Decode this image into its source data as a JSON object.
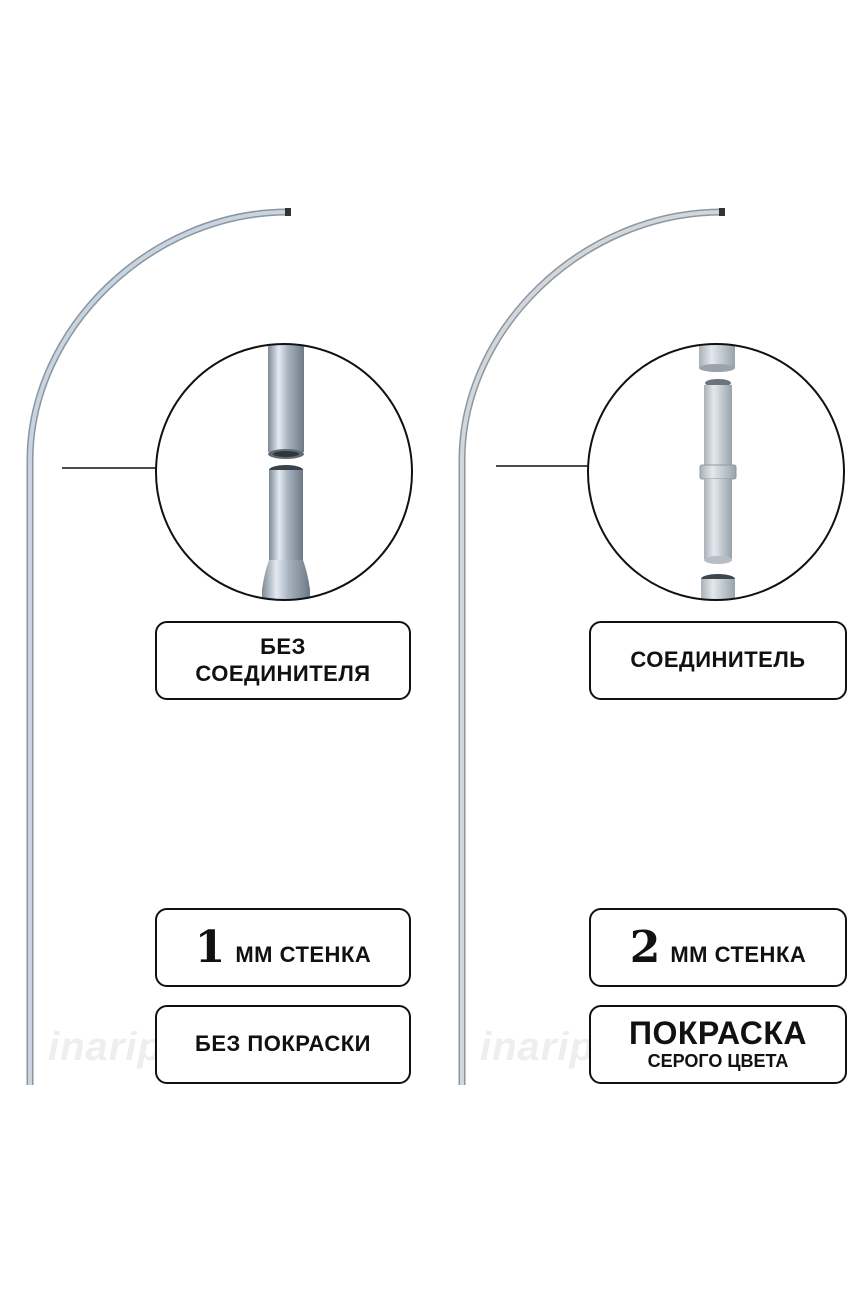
{
  "colors": {
    "pole_unpainted": "#b8c6d2",
    "pole_painted": "#c4ccd4",
    "outline": "#111111",
    "watermark": "#e6e6e6"
  },
  "watermark": "inaripro",
  "left_panel": {
    "connector_label": [
      "БЕЗ",
      "СОЕДИНИТЕЛЯ"
    ],
    "wall_thickness_value": "1",
    "wall_thickness_unit": "ММ СТЕНКА",
    "paint_label": "БЕЗ ПОКРАСКИ"
  },
  "right_panel": {
    "connector_label": "СОЕДИНИТЕЛЬ",
    "wall_thickness_value": "2",
    "wall_thickness_unit": "ММ СТЕНКА",
    "paint_label_main": "ПОКРАСКА",
    "paint_label_sub": "СЕРОГО ЦВЕТА"
  }
}
